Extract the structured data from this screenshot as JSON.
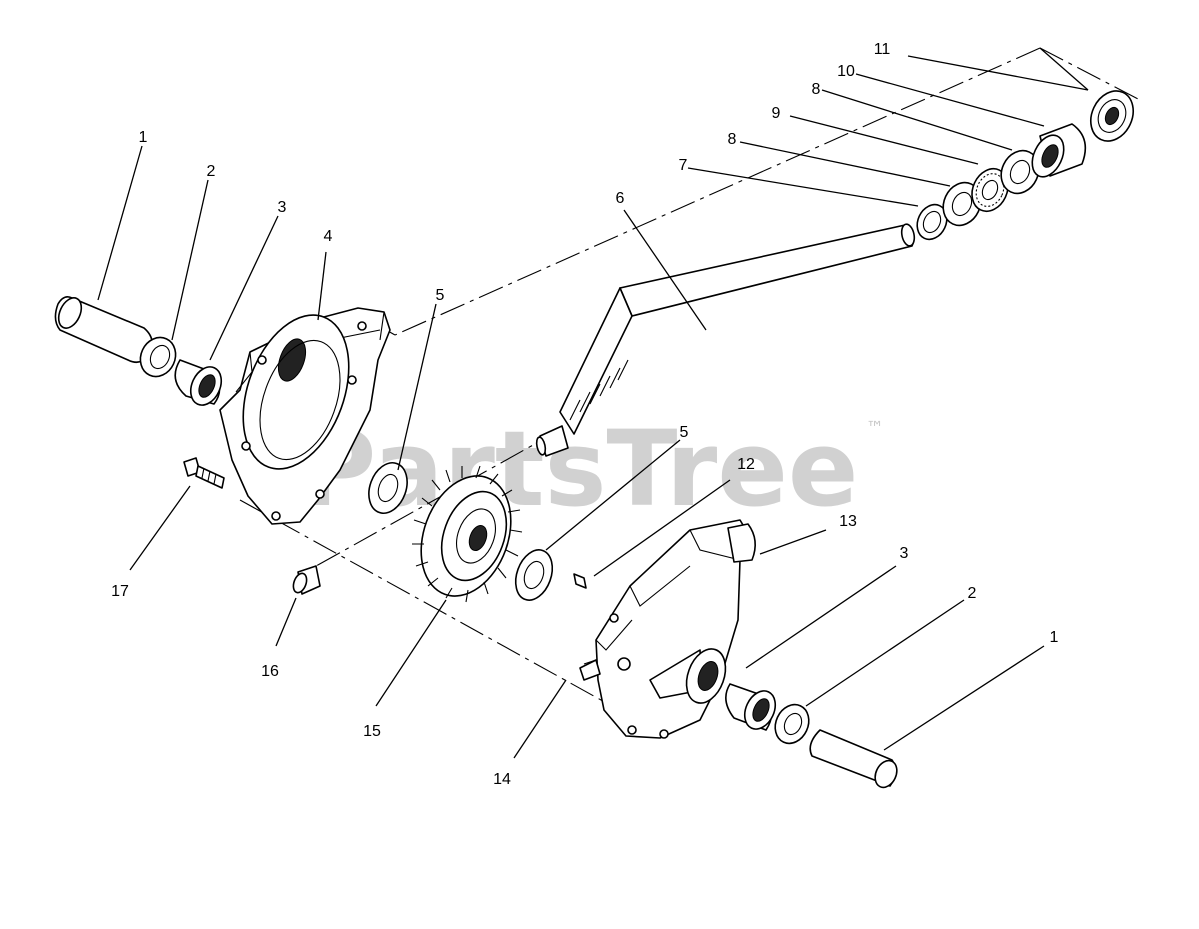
{
  "watermark": {
    "text": "PartsTree",
    "trademark": "™"
  },
  "callouts": [
    {
      "id": "c1a",
      "text": "1"
    },
    {
      "id": "c2a",
      "text": "2"
    },
    {
      "id": "c3a",
      "text": "3"
    },
    {
      "id": "c4",
      "text": "4"
    },
    {
      "id": "c5a",
      "text": "5"
    },
    {
      "id": "c6",
      "text": "6"
    },
    {
      "id": "c7",
      "text": "7"
    },
    {
      "id": "c8a",
      "text": "8"
    },
    {
      "id": "c8b",
      "text": "8"
    },
    {
      "id": "c9",
      "text": "9"
    },
    {
      "id": "c10",
      "text": "10"
    },
    {
      "id": "c11",
      "text": "11"
    },
    {
      "id": "c5b",
      "text": "5"
    },
    {
      "id": "c12",
      "text": "12"
    },
    {
      "id": "c13",
      "text": "13"
    },
    {
      "id": "c3b",
      "text": "3"
    },
    {
      "id": "c2b",
      "text": "2"
    },
    {
      "id": "c1b",
      "text": "1"
    },
    {
      "id": "c17",
      "text": "17"
    },
    {
      "id": "c16",
      "text": "16"
    },
    {
      "id": "c15",
      "text": "15"
    },
    {
      "id": "c14",
      "text": "14"
    }
  ]
}
